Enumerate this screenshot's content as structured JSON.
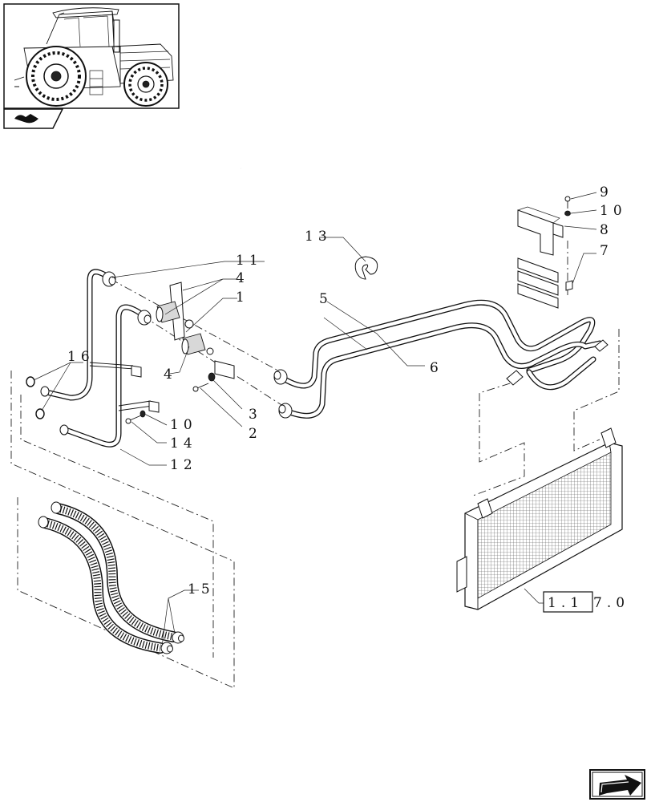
{
  "callouts": {
    "c1": "1",
    "c2": "2",
    "c3": "3",
    "c4a": "4",
    "c4b": "4",
    "c5": "5",
    "c6": "6",
    "c7": "7",
    "c8": "8",
    "c9": "9",
    "c10a": "10",
    "c10b": "10",
    "c11": "11",
    "c12": "12",
    "c13": "13",
    "c14": "14",
    "c15": "15",
    "c16": "16"
  },
  "reference": {
    "boxed": "1.1",
    "rest": "7.0"
  },
  "icons": {
    "thumbnail": "tractor-thumbnail-icon",
    "section": "section-link-icon",
    "next": "next-page-arrow-icon"
  }
}
